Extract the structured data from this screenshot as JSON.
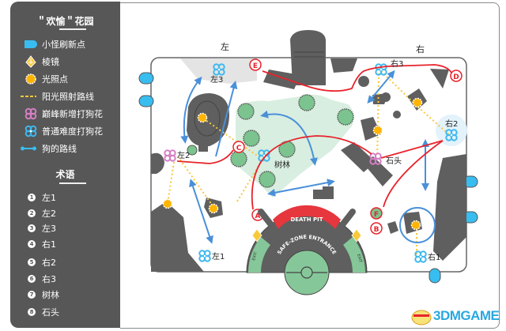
{
  "legend": {
    "title": "＂欢愉＂花园",
    "items": [
      {
        "icon": "monster-spawn-icon",
        "label": "小怪刷新点"
      },
      {
        "icon": "prism-icon",
        "label": "棱镜"
      },
      {
        "icon": "sunlight-point-icon",
        "label": "光照点"
      },
      {
        "icon": "sunlight-path-icon",
        "label": "阳光照射路线"
      },
      {
        "icon": "peak-extra-dog-flower-icon",
        "label": "巅峰新增打狗花"
      },
      {
        "icon": "normal-dog-flower-icon",
        "label": "普通难度打狗花"
      },
      {
        "icon": "dog-route-icon",
        "label": "狗的路线"
      }
    ],
    "terms_title": "术语",
    "terms": [
      {
        "num": "1",
        "label": "左1"
      },
      {
        "num": "2",
        "label": "左2"
      },
      {
        "num": "3",
        "label": "左3"
      },
      {
        "num": "4",
        "label": "右1"
      },
      {
        "num": "5",
        "label": "右2"
      },
      {
        "num": "6",
        "label": "右3"
      },
      {
        "num": "7",
        "label": "树林"
      },
      {
        "num": "8",
        "label": "石头"
      }
    ]
  },
  "map": {
    "side_left": "左",
    "side_right": "右",
    "labels": {
      "left1": "左1",
      "left2": "左2",
      "left3": "左3",
      "right1": "右1",
      "right2": "右2",
      "right3": "右3",
      "forest": "树林",
      "rock": "石头"
    },
    "markers": [
      "A",
      "B",
      "C",
      "D",
      "E",
      "F"
    ],
    "death_pit": "DEATH PIT",
    "safe_zone": "SAFE-ZONE ENTRANCE",
    "exit": "EXIT",
    "colors": {
      "rock": "#5f5f5f",
      "forest": "#d8eee0",
      "tree": "#7cc48f",
      "dog_route": "#4a90d9",
      "red_route": "#e8232b",
      "sunlight": "#f8c93a",
      "sun": "#ffb400",
      "spawn": "#38bdf0",
      "peak_flower": "#d57fc4",
      "normal_flower": "#3fb8ee",
      "death_pit": "#e6363e",
      "exit": "#86c799"
    }
  },
  "watermark": "3DMGAME"
}
